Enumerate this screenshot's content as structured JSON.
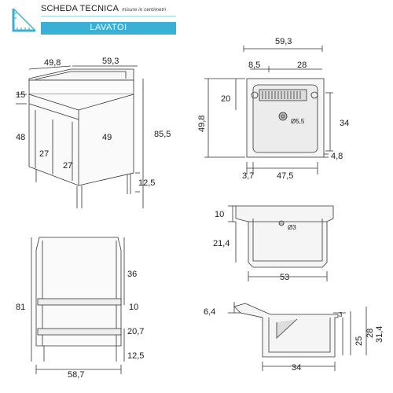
{
  "header": {
    "title": "SCHEDA TECNICA",
    "subtitle": "misure in centimetri",
    "bar_label": "LAVATOI",
    "accent_color": "#3ab0d6",
    "logo_icon": "ruler-square-icon"
  },
  "views": {
    "front_cabinet": {
      "depth": "49,8",
      "width": "59,3",
      "top_band": "15",
      "doors_height": "48",
      "door_left": "27",
      "door_right": "27",
      "inner_depth": "49",
      "total_height": "85,5",
      "legs": "12,5"
    },
    "top_view": {
      "width": "59,3",
      "offset": "8,5",
      "ribs_width": "28",
      "ribs_depth": "20",
      "depth": "49,8",
      "drain": "Ø5,5",
      "bowl_depth": "34",
      "rim": "4,8",
      "side": "3,7",
      "bowl_width": "47,5"
    },
    "side_section": {
      "rim": "10",
      "drain": "Ø3",
      "bowl_height": "21,4",
      "width": "53"
    },
    "cabinet_frame": {
      "top_gap": "36",
      "height": "81",
      "shelf": "10",
      "lower_gap": "20,7",
      "legs": "12,5",
      "width": "58,7"
    },
    "profile_view": {
      "lip": "6,4",
      "wall": "3",
      "height_total": "31,4",
      "height_mid": "28",
      "height_inner": "25",
      "width": "34"
    }
  }
}
